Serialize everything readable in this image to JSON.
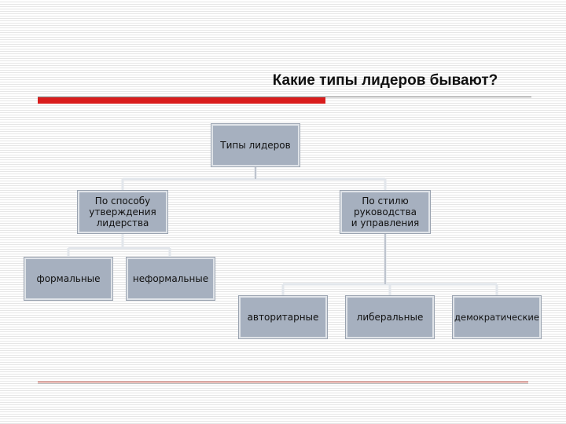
{
  "title": "Какие типы лидеров бывают?",
  "nodes": {
    "root": "Типы лидеров",
    "by_approval": "По способу\nутверждения\nлидерства",
    "by_style": "По стилю\nруководства\nи управления",
    "formal": "формальные",
    "informal": "неформальные",
    "authoritarian": "авторитарные",
    "liberal": "либеральные",
    "democratic": "демократические"
  },
  "colors": {
    "node_fill": "#a6b0bf",
    "connector": "#dfe3e8",
    "accent_red": "#d91c1c"
  }
}
